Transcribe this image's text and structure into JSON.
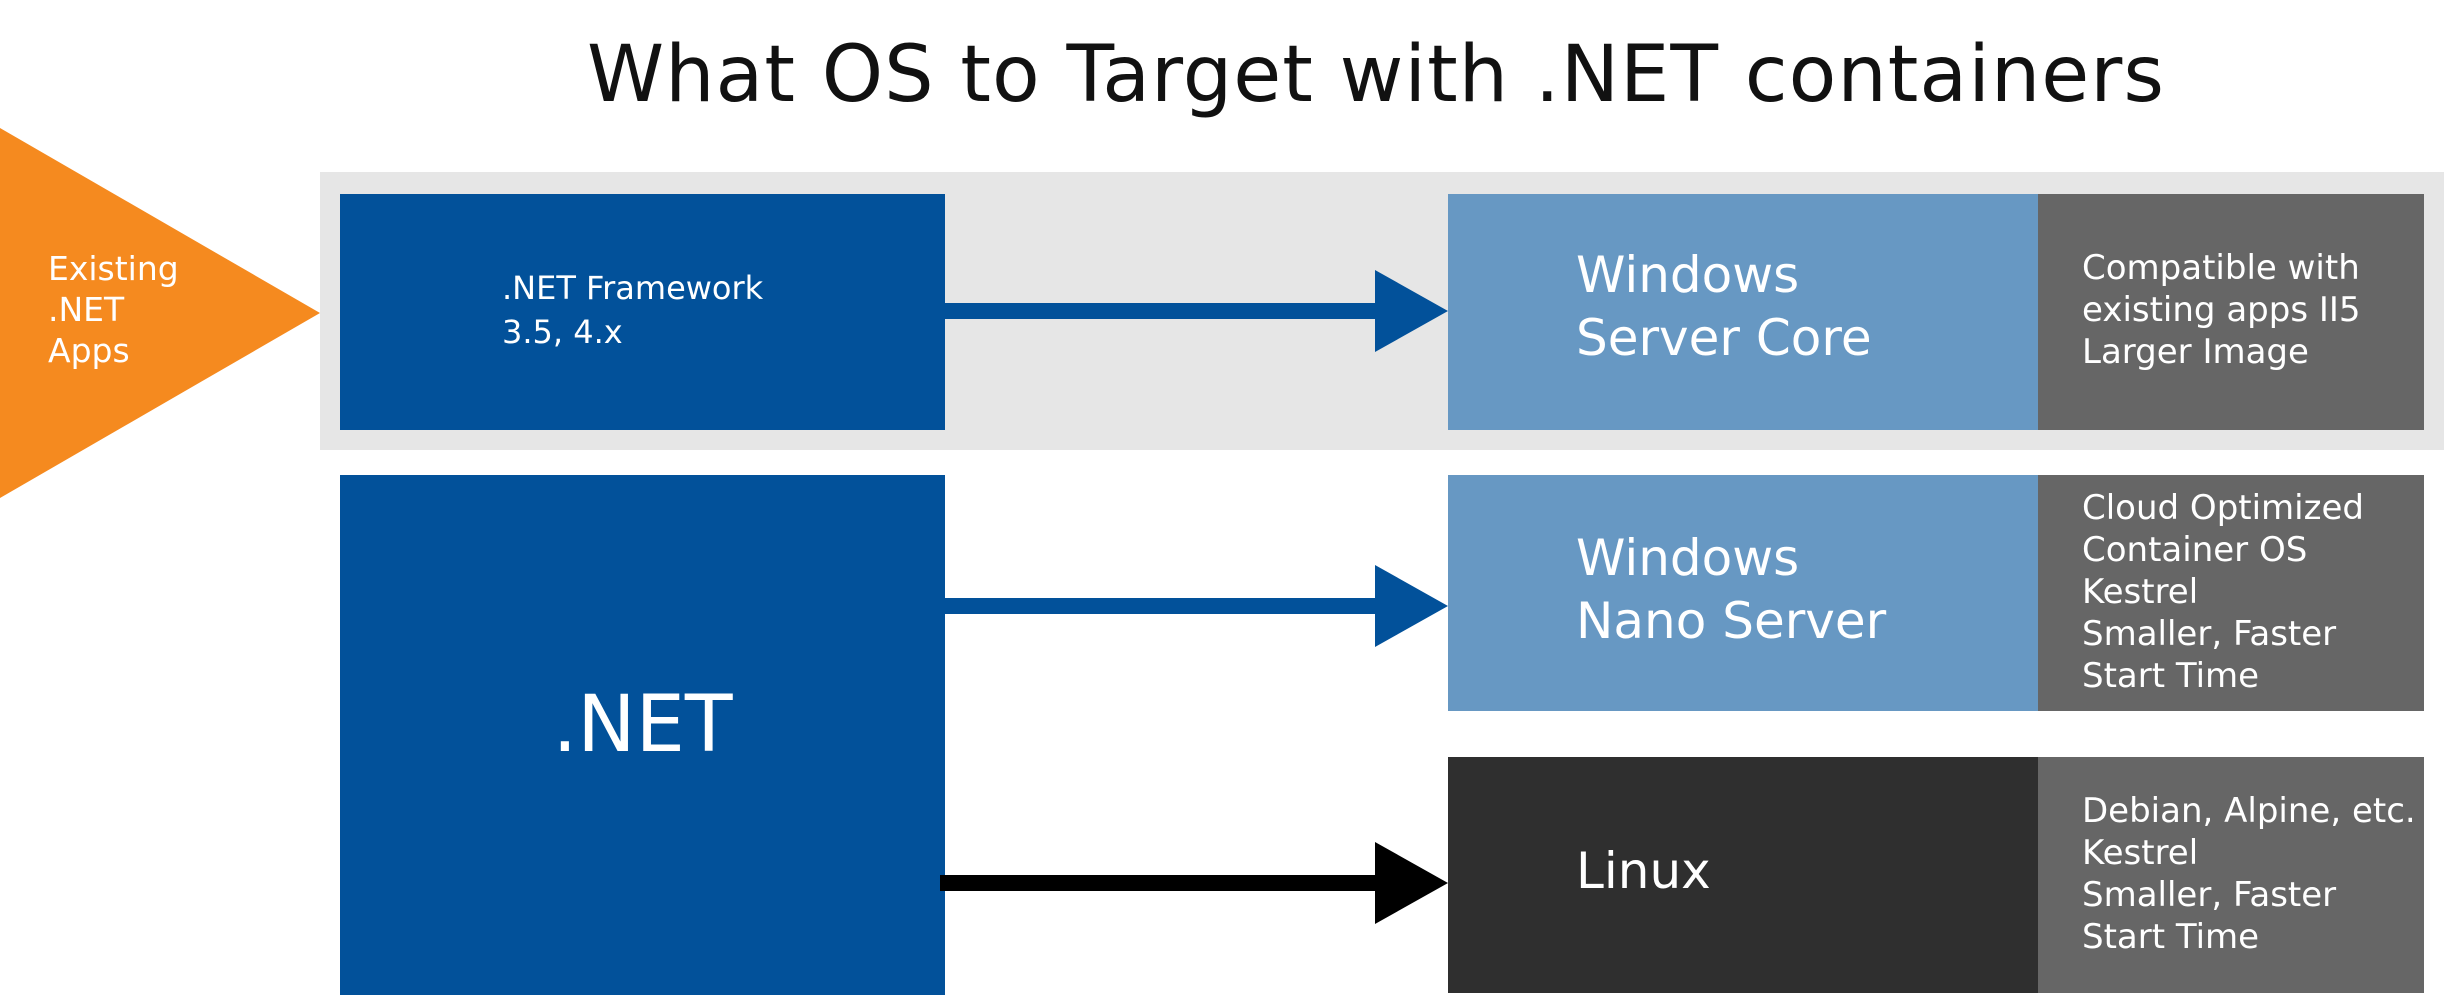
{
  "title": "What OS to Target with .NET containers",
  "existing": {
    "label": "Existing\n.NET\nApps"
  },
  "framework": {
    "label": ".NET Framework\n3.5, 4.x"
  },
  "dotnet": {
    "label": ".NET"
  },
  "targets": [
    {
      "name": "Windows\nServer Core",
      "notes": "Compatible with\nexisting apps II5\nLarger Image"
    },
    {
      "name": "Windows\nNano Server",
      "notes": "Cloud Optimized\nContainer OS\nKestrel\nSmaller, Faster\nStart Time"
    },
    {
      "name": "Linux",
      "notes": "Debian, Alpine, etc.\nKestrel\nSmaller, Faster\nStart Time"
    }
  ],
  "colors": {
    "orange": "#f58a1f",
    "dark_blue": "#02519a",
    "light_blue": "#6798c3",
    "dark_gray": "#2f2f2f",
    "medium_gray": "#666666",
    "band_gray": "#e6e6e6"
  }
}
